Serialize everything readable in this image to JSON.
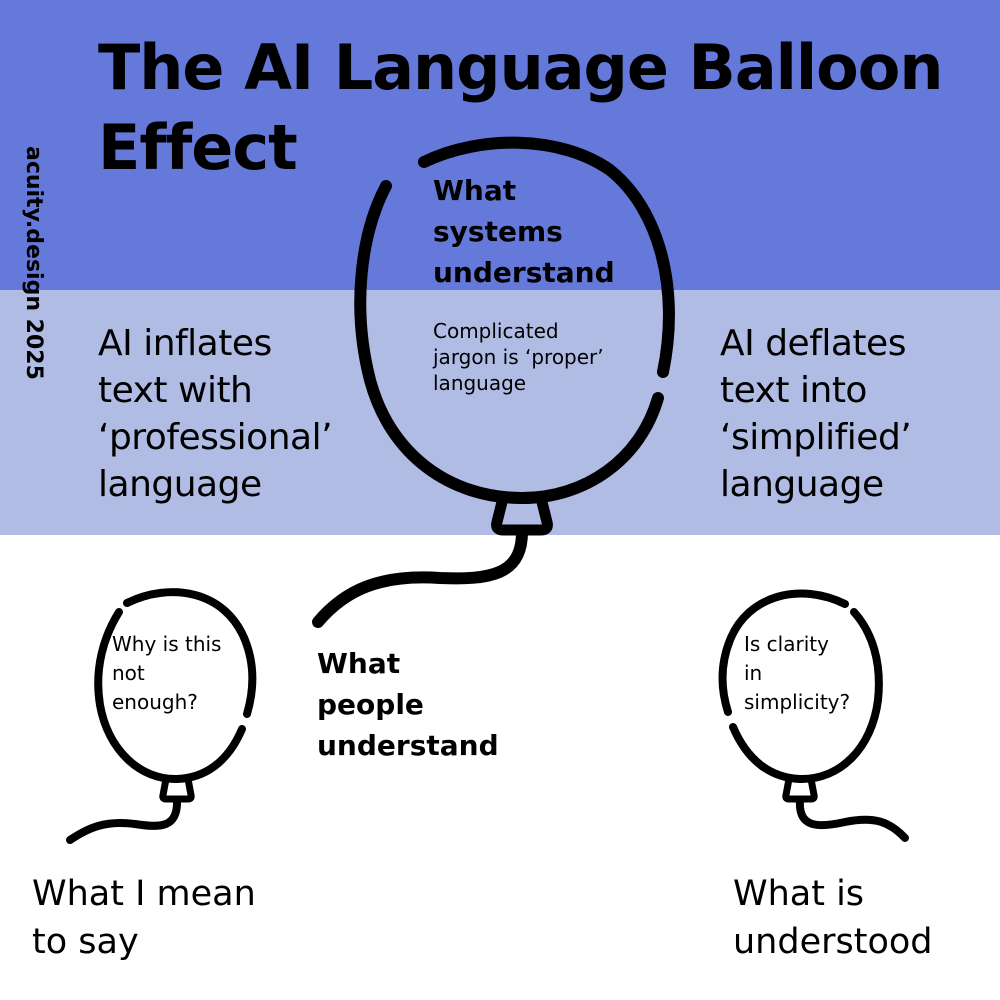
{
  "colors": {
    "band_top": "#6479d9",
    "band_mid": "#b1bce5",
    "background": "#ffffff",
    "ink": "#000000"
  },
  "title": {
    "line1": "The AI Language Balloon",
    "line2": "Effect"
  },
  "credit": "acuity.design 2025",
  "left_panel": {
    "lines": [
      "AI inflates",
      "text with",
      "‘professional’",
      "language"
    ]
  },
  "right_panel": {
    "lines": [
      "AI deflates",
      "text into",
      "‘simplified’",
      "language"
    ]
  },
  "big_balloon": {
    "icon": "balloon-icon",
    "heading_lines": [
      "What",
      "systems",
      "understand"
    ],
    "sub_lines": [
      "Complicated",
      "jargon is ‘proper’",
      "language"
    ],
    "string_label_lines": [
      "What",
      "people",
      "understand"
    ]
  },
  "left_balloon": {
    "icon": "balloon-icon",
    "question_lines": [
      "Why is this",
      "not",
      "enough?"
    ],
    "caption_lines": [
      "What I mean",
      "to say"
    ]
  },
  "right_balloon": {
    "icon": "balloon-icon",
    "question_lines": [
      "Is clarity",
      "in",
      "simplicity?"
    ],
    "caption_lines": [
      "What is",
      "understood"
    ]
  }
}
